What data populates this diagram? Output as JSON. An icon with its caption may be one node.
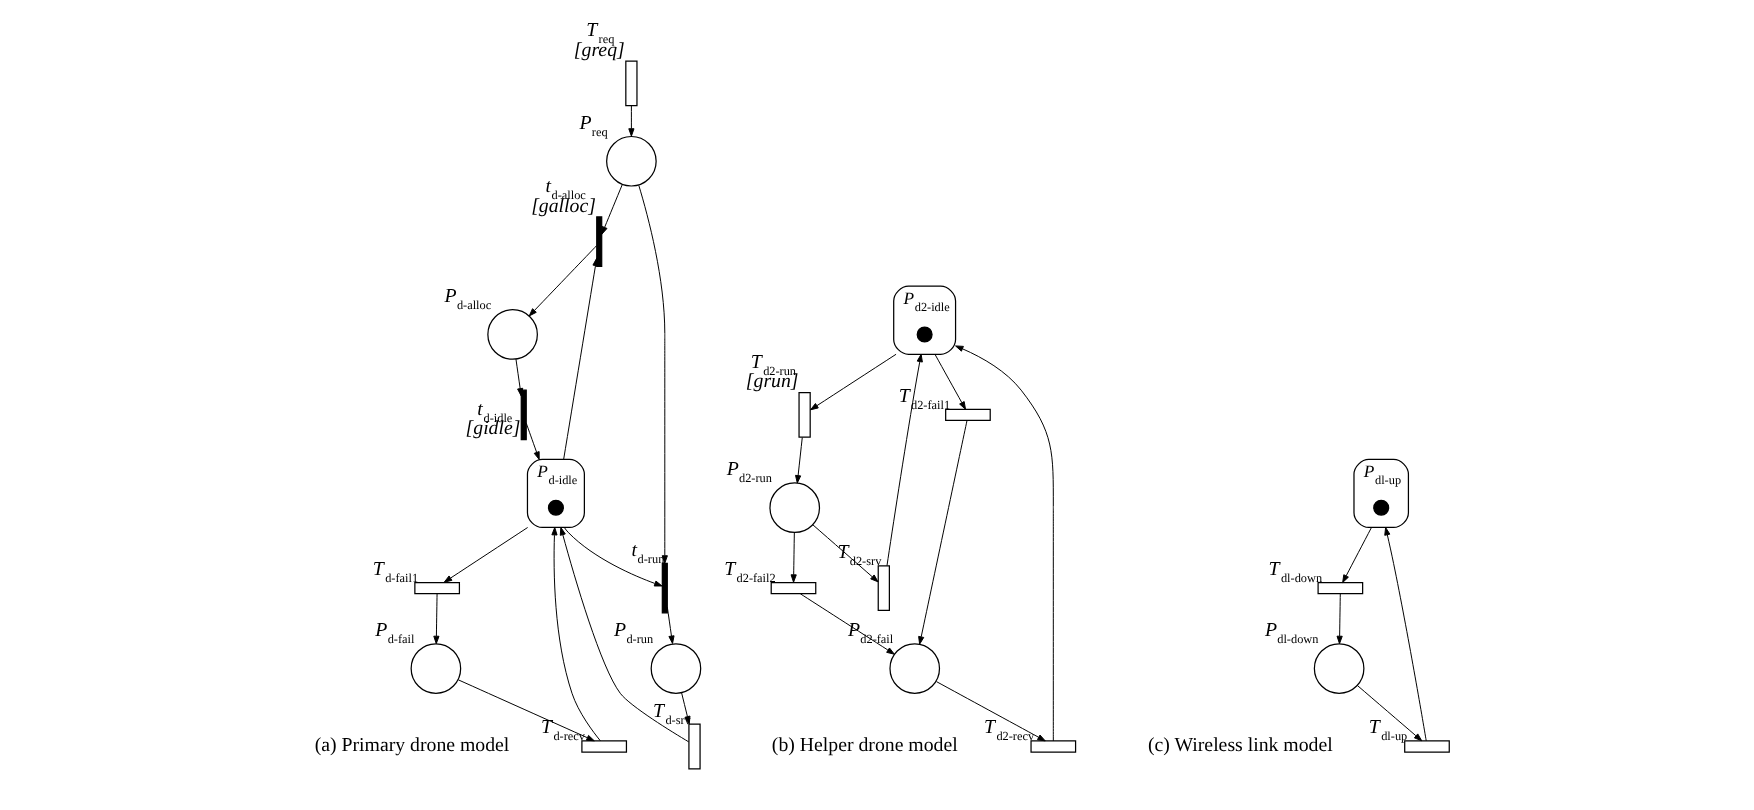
{
  "diagram": {
    "nodes": [
      {
        "text": [
          "*T*$_{req}$"
        ],
        "beside": [
          "[greq]"
        ]
      },
      {
        "text": [
          "*P*$_{req}$"
        ]
      },
      {
        "text": [
          "*t*$_{d-idle}$"
        ],
        "beside": [
          "[gidle]"
        ]
      },
      {
        "text": [
          "*P*$_{d-alloc}$"
        ]
      },
      {
        "text": [
          "*t*$_{d-alloc}$"
        ],
        "beside": [
          "[galloc]"
        ]
      },
      {
        "text": [
          "*P*$_{d-idle}$"
        ]
      },
      {
        "text": [],
        "shape": "circle",
        "in": 5
      },
      {
        "text": [
          "*t*$_{d-run}$"
        ]
      },
      {
        "text": [
          "*P*$_{d-run}$"
        ]
      },
      {
        "text": [
          "*T*$_{d-srv}$"
        ]
      },
      {
        "text": [
          "*T*$_{d-recv}$"
        ]
      },
      {
        "text": [
          "*T*$_{d-fail1}$"
        ]
      },
      {
        "text": [
          "*P*$_{d-fail}$"
        ]
      },
      {
        "text": [
          "*P*$_{d2-idle}$"
        ]
      },
      {
        "text": [],
        "shape": "circle",
        "in": 13
      },
      {
        "text": [
          "*T*$_{d2-run}$"
        ],
        "beside": [
          "[grun]"
        ]
      },
      {
        "text": [
          "*P*$_{d2-run}$"
        ]
      },
      {
        "text": [
          "*T*$_{d2-srv}$"
        ]
      },
      {
        "text": [
          "*T*$_{d2-recv}$"
        ]
      },
      {
        "text": [
          "*T*$_{d2-fail1}$"
        ]
      },
      {
        "text": [
          "*T*$_{d2-fail2}$"
        ]
      },
      {
        "text": [
          "*P*$_{d2-fail}$"
        ]
      },
      {
        "text": [
          "*P*$_{dl-up}$"
        ]
      },
      {
        "text": [],
        "shape": "circle",
        "in": 22
      },
      {
        "text": [
          "*T*$_{dl-up}$"
        ]
      },
      {
        "text": [
          "*T*$_{dl-down}$"
        ]
      },
      {
        "text": [
          "*P*$_{dl-down}$"
        ]
      }
    ],
    "edges": [
      {
        "from": 0,
        "to": 1,
        "arrow": "to"
      },
      {
        "from": 1,
        "to": 4,
        "arrow": "to"
      },
      {
        "from": 1,
        "to": 7,
        "arrow": "to"
      },
      {
        "from": 3,
        "to": 2,
        "arrow": "to"
      },
      {
        "from": 2,
        "to": 5,
        "arrow": "to"
      },
      {
        "from": 5,
        "to": 4,
        "arrow": "to"
      },
      {
        "from": 4,
        "to": 3,
        "arrow": "to"
      },
      {
        "from": 5,
        "to": 7,
        "arrow": "to"
      },
      {
        "from": 7,
        "to": 8,
        "arrow": "to"
      },
      {
        "from": 8,
        "to": 9,
        "arrow": "to"
      },
      {
        "from": 9,
        "to": 5,
        "arrow": "to"
      },
      {
        "from": 5,
        "to": 11,
        "arrow": "to"
      },
      {
        "from": 11,
        "to": 12,
        "arrow": "to"
      },
      {
        "from": 12,
        "to": 10,
        "arrow": "to"
      },
      {
        "from": 10,
        "to": 5,
        "arrow": "to"
      },
      {
        "from": 13,
        "to": 15,
        "arrow": "to"
      },
      {
        "from": 15,
        "to": 16,
        "arrow": "to"
      },
      {
        "from": 16,
        "to": 17,
        "arrow": "to"
      },
      {
        "from": 17,
        "to": 13,
        "arrow": "to"
      },
      {
        "from": 13,
        "to": 19,
        "arrow": "to"
      },
      {
        "from": 16,
        "to": 20,
        "arrow": "to"
      },
      {
        "from": 19,
        "to": 21,
        "arrow": "to"
      },
      {
        "from": 20,
        "to": 21,
        "arrow": "to"
      },
      {
        "from": 21,
        "to": 18,
        "arrow": "to"
      },
      {
        "from": 18,
        "to": 13,
        "arrow": "to"
      },
      {
        "from": 22,
        "to": 25,
        "arrow": "to"
      },
      {
        "from": 25,
        "to": 26,
        "arrow": "to"
      },
      {
        "from": 26,
        "to": 24,
        "arrow": "to"
      },
      {
        "from": 24,
        "to": 22,
        "arrow": "to"
      }
    ],
    "labels": [
      "(a) Primary drone model",
      "(b) Helper drone model",
      "(c) Wireless link model"
    ]
  }
}
